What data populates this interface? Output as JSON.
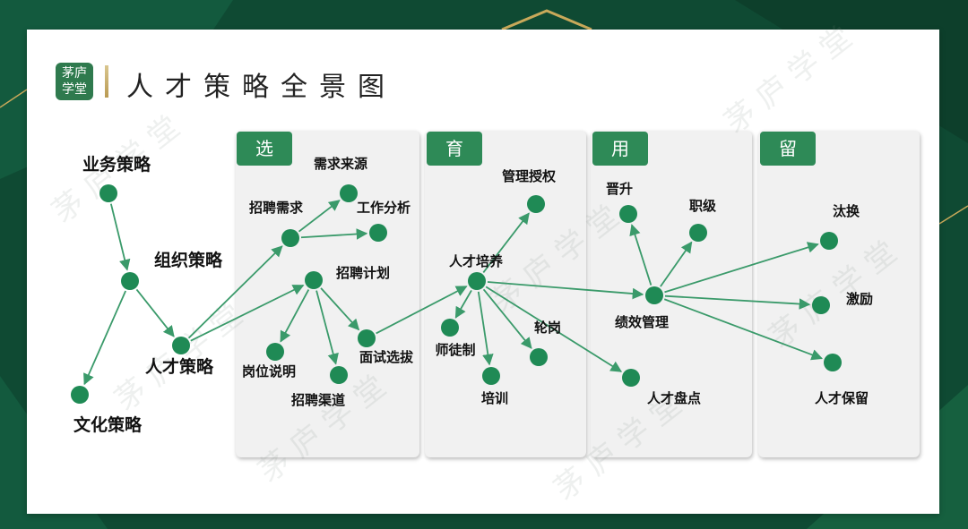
{
  "page_title": "人才策略全景图",
  "logo_text": "茅庐学堂",
  "watermark_text": "茅 庐 学 堂",
  "colors": {
    "background": "#0f4a33",
    "accent_green": "#2e8a57",
    "node_green": "#1f8a55",
    "arrow_green": "#3a9a6a",
    "panel_bg": "#f1f1f1"
  },
  "panels": [
    {
      "id": "select",
      "label": "选"
    },
    {
      "id": "develop",
      "label": "育"
    },
    {
      "id": "use",
      "label": "用"
    },
    {
      "id": "retain",
      "label": "留"
    }
  ],
  "nodes": [
    {
      "id": "business",
      "label": "业务策略"
    },
    {
      "id": "org",
      "label": "组织策略"
    },
    {
      "id": "talent",
      "label": "人才策略"
    },
    {
      "id": "culture",
      "label": "文化策略"
    },
    {
      "id": "recruit_need",
      "label": "招聘需求"
    },
    {
      "id": "demand_source",
      "label": "需求来源"
    },
    {
      "id": "work_analysis",
      "label": "工作分析"
    },
    {
      "id": "recruit_plan",
      "label": "招聘计划"
    },
    {
      "id": "job_desc",
      "label": "岗位说明"
    },
    {
      "id": "recruit_channel",
      "label": "招聘渠道"
    },
    {
      "id": "interview",
      "label": "面试选拔"
    },
    {
      "id": "training",
      "label": "人才培养"
    },
    {
      "id": "authority",
      "label": "管理授权"
    },
    {
      "id": "mentor",
      "label": "师徒制"
    },
    {
      "id": "train",
      "label": "培训"
    },
    {
      "id": "rotation",
      "label": "轮岗"
    },
    {
      "id": "promotion",
      "label": "晋升"
    },
    {
      "id": "rank",
      "label": "职级"
    },
    {
      "id": "perf",
      "label": "绩效管理"
    },
    {
      "id": "inventory",
      "label": "人才盘点"
    },
    {
      "id": "eliminate",
      "label": "汰换"
    },
    {
      "id": "incentive",
      "label": "激励"
    },
    {
      "id": "retention",
      "label": "人才保留"
    }
  ],
  "edges": [
    [
      "business",
      "org"
    ],
    [
      "org",
      "talent"
    ],
    [
      "org",
      "culture"
    ],
    [
      "talent",
      "recruit_need"
    ],
    [
      "talent",
      "recruit_plan"
    ],
    [
      "recruit_need",
      "demand_source"
    ],
    [
      "recruit_need",
      "work_analysis"
    ],
    [
      "recruit_plan",
      "job_desc"
    ],
    [
      "recruit_plan",
      "recruit_channel"
    ],
    [
      "recruit_plan",
      "interview"
    ],
    [
      "interview",
      "training"
    ],
    [
      "training",
      "authority"
    ],
    [
      "training",
      "mentor"
    ],
    [
      "training",
      "train"
    ],
    [
      "training",
      "rotation"
    ],
    [
      "training",
      "inventory"
    ],
    [
      "training",
      "perf"
    ],
    [
      "perf",
      "promotion"
    ],
    [
      "perf",
      "rank"
    ],
    [
      "perf",
      "eliminate"
    ],
    [
      "perf",
      "incentive"
    ],
    [
      "perf",
      "retention"
    ]
  ]
}
